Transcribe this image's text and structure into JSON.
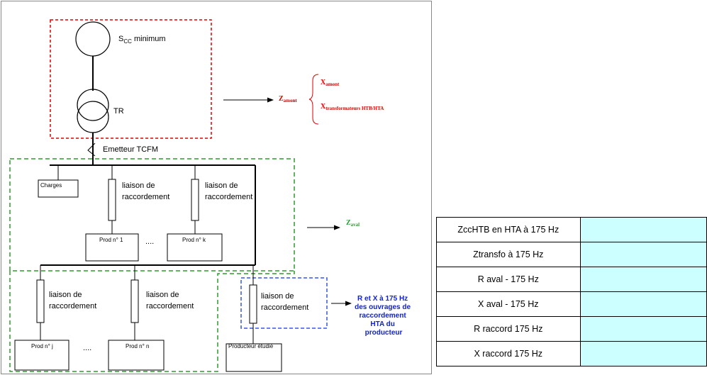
{
  "diagram": {
    "scc_label": "S",
    "scc_sub": "CC",
    "scc_rest": " minimum",
    "tr_label": "TR",
    "emetteur_label": "Emetteur TCFM",
    "zamont_main": "Z",
    "zamont_sub": "amont",
    "xamont_main": "X",
    "xamont_sub": "amont",
    "xtransfo_main": "X",
    "xtransfo_sub": "transformateurs HTB/HTA",
    "zaval_main": "Z",
    "zaval_sub": "aval",
    "charges_label": "Charges",
    "liaison_line1": "liaison de",
    "liaison_line2": "raccordement",
    "prod1_label": "Prod n° 1",
    "prodk_label": "Prod n° k",
    "prodj_label": "Prod n° j",
    "prodn_label": "Prod n° n",
    "ellipsis": "....",
    "producteur_label": "Producteur étudié",
    "rx_line1": "R et X à 175 Hz",
    "rx_line2": "des ouvrages de",
    "rx_line3": "raccordement",
    "rx_line4": "HTA du",
    "rx_line5": "producteur"
  },
  "table": {
    "rows": [
      {
        "label": "ZccHTB en HTA à 175 Hz",
        "value": ""
      },
      {
        "label": "Ztransfo à 175 Hz",
        "value": ""
      },
      {
        "label": "R aval - 175 Hz",
        "value": ""
      },
      {
        "label": "X aval - 175 Hz",
        "value": ""
      },
      {
        "label": "R raccord 175 Hz",
        "value": ""
      },
      {
        "label": "X raccord 175 Hz",
        "value": ""
      }
    ]
  },
  "colors": {
    "amont_box": "#e00000",
    "aval_box": "#2e9b2e",
    "raccord_box": "#3355ee",
    "cell_fill": "#ccffff"
  }
}
